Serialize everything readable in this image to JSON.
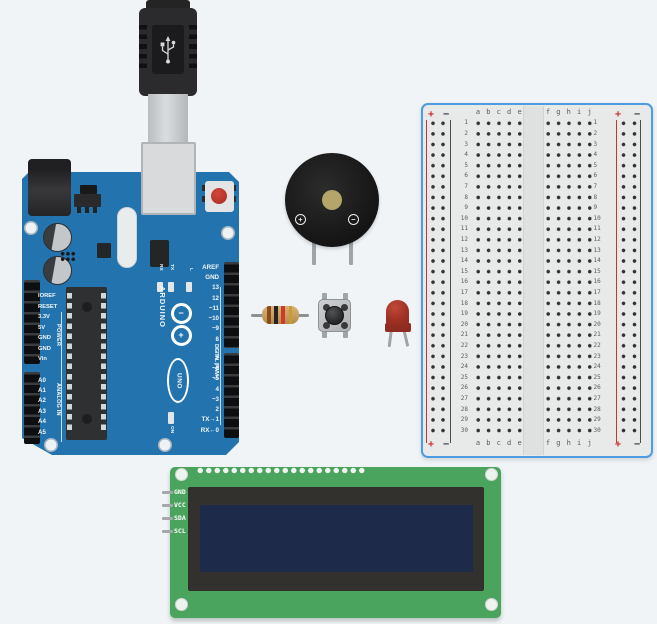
{
  "colors": {
    "background": "#f1f4f6",
    "arduino_blue": "#2373ae",
    "breadboard_border": "#4d9be0",
    "rail_red": "#cf2a27",
    "lcd_green": "#4aa45e",
    "lcd_screen_navy": "#1d2a4a",
    "led_red": "#9c2d22",
    "reset_button_red": "#c0392b",
    "resistor_band_colors": [
      "#8a4a1e",
      "#242424",
      "#cf3a2a",
      "#c79a3a"
    ]
  },
  "arduino": {
    "brand_text": "ARDUINO",
    "model_text": "UNO",
    "digital_section_label": "DIGITAL (PWM~)",
    "digital_pins_top": [
      "AREF",
      "GND",
      "13",
      "12",
      "~11",
      "~10",
      "~9",
      "8"
    ],
    "digital_pins_bottom": [
      "7",
      "~6",
      "~5",
      "4",
      "~3",
      "2",
      "TX→1",
      "RX←0"
    ],
    "power_section_label": "POWER",
    "power_pins": [
      "IOREF",
      "RESET",
      "3.3V",
      "5V",
      "GND",
      "GND",
      "Vin"
    ],
    "analog_section_label": "ANALOG IN",
    "analog_pins": [
      "A0",
      "A1",
      "A2",
      "A3",
      "A4",
      "A5"
    ],
    "rx_label": "RX",
    "tx_label": "TX",
    "l_label": "L",
    "on_label": "ON",
    "logo_minus": "−",
    "logo_plus": "+"
  },
  "buzzer": {
    "plus_label": "+",
    "minus_label": "−"
  },
  "breadboard": {
    "plus_label": "+",
    "minus_label": "−",
    "column_letters_left": [
      "a",
      "b",
      "c",
      "d",
      "e"
    ],
    "column_letters_right": [
      "f",
      "g",
      "h",
      "i",
      "j"
    ],
    "row_numbers": [
      "1",
      "2",
      "3",
      "4",
      "5",
      "6",
      "7",
      "8",
      "9",
      "10",
      "11",
      "12",
      "13",
      "14",
      "15",
      "16",
      "17",
      "18",
      "19",
      "20",
      "21",
      "22",
      "23",
      "24",
      "25",
      "26",
      "27",
      "28",
      "29",
      "30"
    ]
  },
  "lcd": {
    "pin_labels": [
      "GND",
      "VCC",
      "SDA",
      "SCL"
    ]
  }
}
